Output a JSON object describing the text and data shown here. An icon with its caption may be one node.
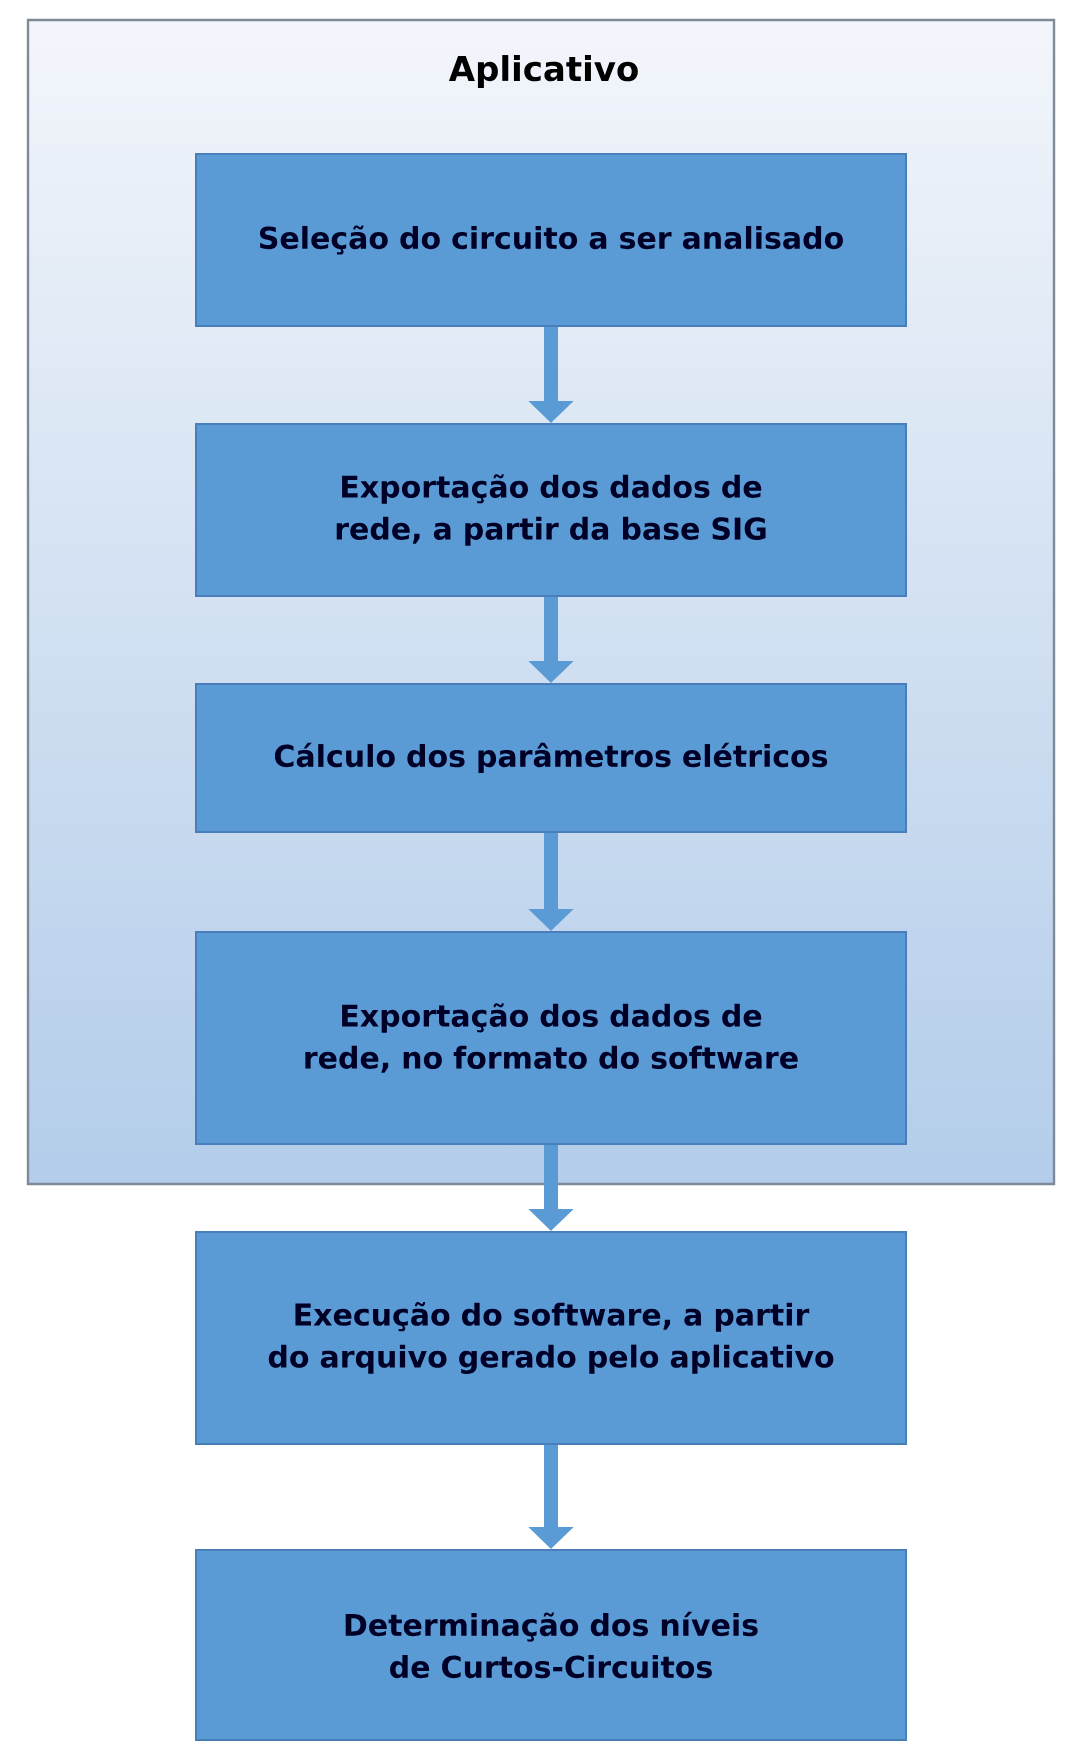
{
  "diagram": {
    "nodes": [
      {
        "text": [
          "Aplicativo"
        ]
      },
      {
        "text": [
          "Seleção do circuito a ser analisado"
        ],
        "in": 0
      },
      {
        "text": [
          "Exportação dos dados de rede, a partir da base SIG"
        ],
        "in": 0
      },
      {
        "text": [
          "Cálculo dos parâmetros elétricos"
        ],
        "in": 0
      },
      {
        "text": [
          "Exportação dos dados de rede, no formato do software"
        ],
        "in": 0
      },
      {
        "text": [
          "Execução do software, a partir do arquivo gerado pelo aplicativo"
        ]
      },
      {
        "text": [
          "Determinação dos níveis de Curtos-Circuitos"
        ]
      }
    ],
    "edges": [
      {
        "from": 1,
        "to": 2,
        "arrow": "to"
      },
      {
        "from": 2,
        "to": 3,
        "arrow": "to"
      },
      {
        "from": 3,
        "to": 4,
        "arrow": "to"
      },
      {
        "from": 4,
        "to": 5,
        "arrow": "to"
      },
      {
        "from": 5,
        "to": 6,
        "arrow": "to"
      }
    ]
  }
}
